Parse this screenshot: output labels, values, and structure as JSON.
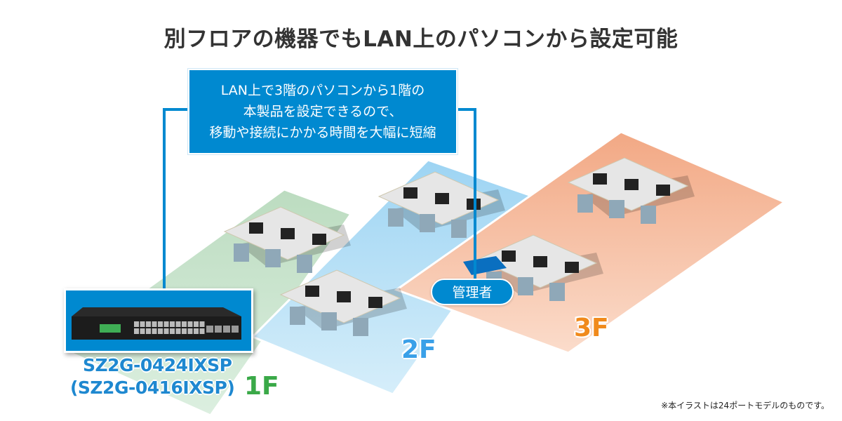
{
  "title": "別フロアの機器でもLAN上のパソコンから設定可能",
  "callout": {
    "lines": [
      "LAN上で3階のパソコンから1階の",
      "本製品を設定できるので、",
      "移動や接続にかかる時間を大幅に短縮"
    ]
  },
  "product": {
    "model_primary": "SZ2G-0424IXSP",
    "model_alt": "(SZ2G-0416IXSP)",
    "ports_rj45": 24,
    "ports_sfp": 4
  },
  "floors": [
    {
      "label": "1F",
      "color": "#c2e0c6",
      "label_color": "#3aa948"
    },
    {
      "label": "2F",
      "color": "#a9daf4",
      "label_color": "#3aa0e8"
    },
    {
      "label": "3F",
      "color": "#f3b898",
      "label_color": "#f08a1c"
    }
  ],
  "admin_label": "管理者",
  "note": "※本イラストは24ポートモデルのものです。",
  "colors": {
    "accent": "#0089d0",
    "title_text": "#333333"
  }
}
